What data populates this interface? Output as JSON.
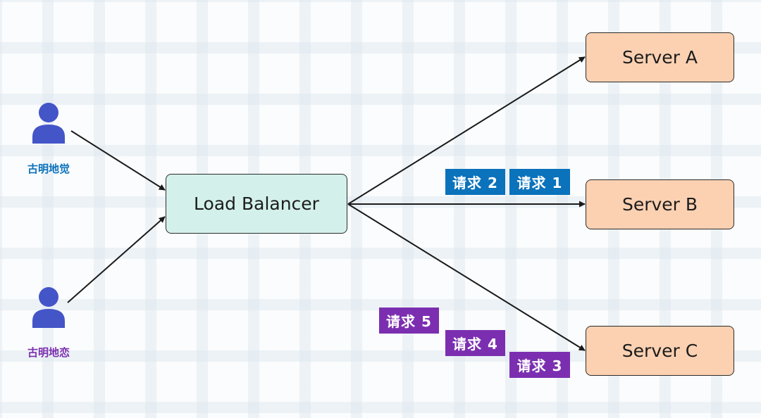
{
  "diagram": {
    "users": [
      {
        "name": "古明地觉",
        "color": "#0b72bc"
      },
      {
        "name": "古明地恋",
        "color": "#7b2fb0"
      }
    ],
    "load_balancer": {
      "label": "Load Balancer",
      "fill": "#d3f1ea"
    },
    "servers": [
      {
        "label": "Server A",
        "fill": "#fbd1b2"
      },
      {
        "label": "Server B",
        "fill": "#fbd1b2"
      },
      {
        "label": "Server C",
        "fill": "#fbd1b2"
      }
    ],
    "request_tags": {
      "server_b": [
        "请求 2",
        "请求 1"
      ],
      "server_c": [
        "请求 5",
        "请求 4",
        "请求 3"
      ]
    },
    "colors": {
      "icon": "#4455c8",
      "arrow": "#1a1a1a",
      "tag_blue": "#0b72bc",
      "tag_purple": "#7b2fb0"
    }
  }
}
